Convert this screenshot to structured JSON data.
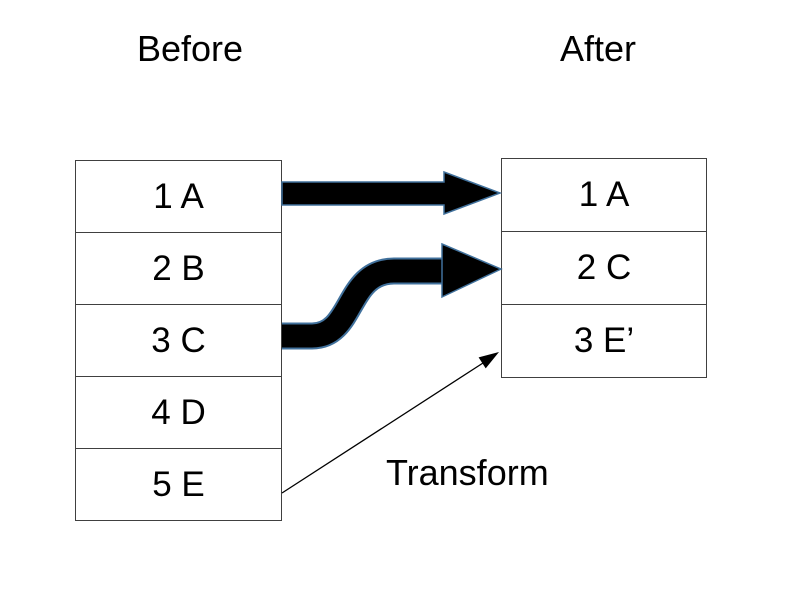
{
  "before": {
    "title": "Before",
    "rows": [
      "1 A",
      "2 B",
      "3 C",
      "4 D",
      "5 E"
    ]
  },
  "after": {
    "title": "After",
    "rows": [
      "1 A",
      "2 C",
      "3 E’"
    ]
  },
  "transform_label": "Transform",
  "arrows": [
    {
      "type": "thick-straight",
      "from": "before 1 A",
      "to": "after 1 A"
    },
    {
      "type": "thick-s-curve",
      "from": "before 3 C",
      "to": "after 2 C"
    },
    {
      "type": "thin-labeled",
      "from": "before 5 E",
      "to": "after 3 E’",
      "label": "Transform"
    }
  ],
  "colors": {
    "background": "#ffffff",
    "text": "#000000",
    "table_border": "#404040",
    "arrow_fill": "#000000",
    "arrow_outline": "#41719c"
  }
}
